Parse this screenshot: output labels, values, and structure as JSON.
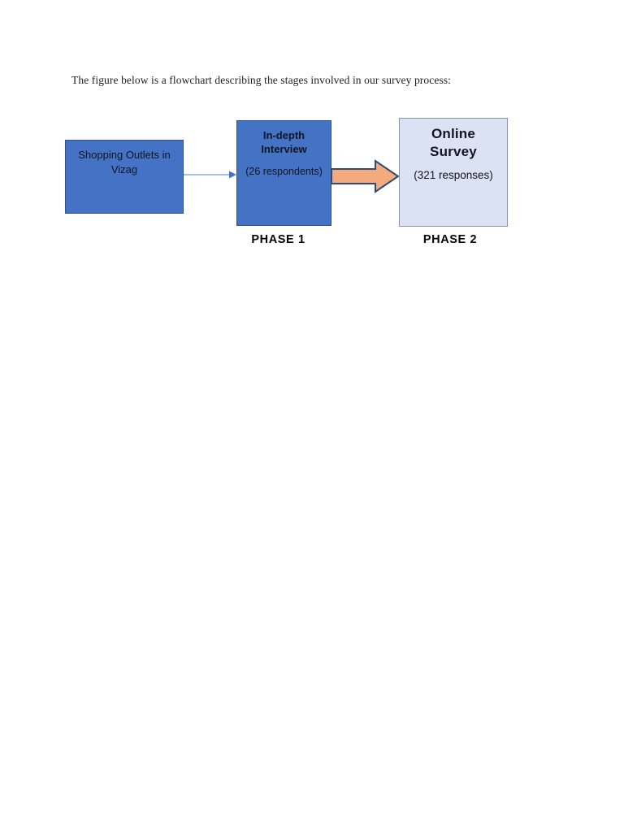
{
  "document": {
    "intro_text": "The figure below is a flowchart describing the stages involved in our survey process:"
  },
  "flowchart": {
    "source_box": {
      "label": "Shopping Outlets in Vizag",
      "fill": "#4472C4",
      "border_color": "#2F528F",
      "text_color": "#0F1620"
    },
    "phase1_box": {
      "title": "In-depth Interview",
      "subtitle": "(26 respondents)",
      "phase_label": "PHASE 1",
      "fill": "#4472C4",
      "border_color": "#2F528F",
      "text_color": "#0F1620"
    },
    "phase2_box": {
      "title": "Online Survey",
      "subtitle": "(321 responses)",
      "phase_label": "PHASE 2",
      "fill": "#DAE2F3",
      "border_color": "#8496B0",
      "text_color": "#10161F"
    },
    "connector": {
      "line_color": "#84A8E0",
      "head_color": "#4472C4"
    },
    "block_arrow": {
      "fill": "#F3AA7D",
      "border_color": "#2E4A78"
    }
  }
}
